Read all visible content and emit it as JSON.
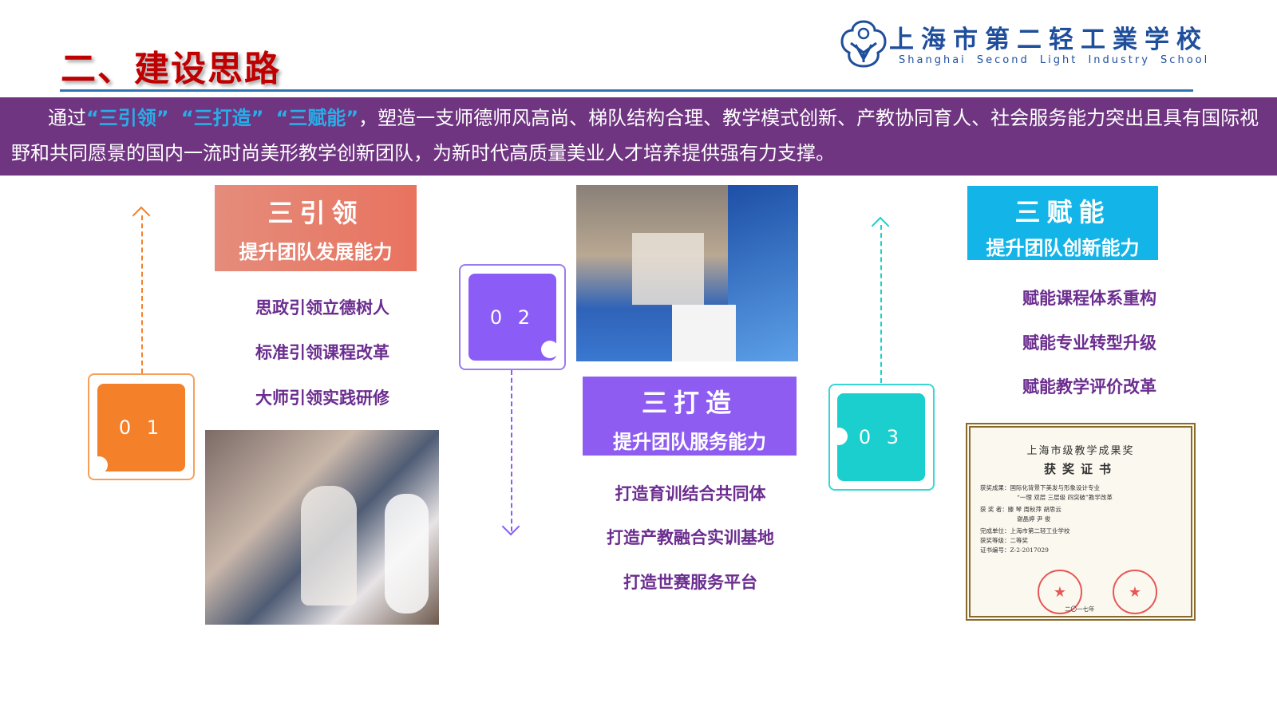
{
  "header": {
    "title": "二、建设思路",
    "logo_cn": "上海市第二轻工業学校",
    "logo_en": "Shanghai Second Light Industry School"
  },
  "banner": {
    "pre": "通过",
    "h1": "“三引领”",
    "h2": "“三打造”",
    "h3": "“三赋能”",
    "rest": "，塑造一支师德师风高尚、梯队结构合理、教学模式创新、产教协同育人、社会服务能力突出且具有国际视野和共同愿景的国内一流时尚美形教学创新团队，为新时代高质量美业人才培养提供强有力支撑。"
  },
  "sections": [
    {
      "num": "0 1",
      "title": "三引领",
      "subtitle": "提升团队发展能力",
      "items": [
        "思政引领立德树人",
        "标准引领课程改革",
        "大师引领实践研修"
      ],
      "color": "#f5802a"
    },
    {
      "num": "0 2",
      "title": "三打造",
      "subtitle": "提升团队服务能力",
      "items": [
        "打造育训结合共同体",
        "打造产教融合实训基地",
        "打造世赛服务平台"
      ],
      "color": "#8b5cf6"
    },
    {
      "num": "0 3",
      "title": "三赋能",
      "subtitle": "提升团队创新能力",
      "items": [
        "赋能课程体系重构",
        "赋能专业转型升级",
        "赋能教学评价改革"
      ],
      "color": "#1ccfcf"
    }
  ],
  "certificate": {
    "t1": "上海市级教学成果奖",
    "t2": "获奖证书",
    "lines": [
      "获奖成果：国际化背景下美发与形象设计专业",
      "“一理 双层 三层级 四突破”教学改革",
      "获 奖 者：滕 琴  周秋萍  胡思云",
      "谢晶婷  尹 俊",
      "完成单位：上海市第二轻工业学校",
      "获奖等级：二等奖",
      "证书编号：Z-2-2017029"
    ],
    "date": "二〇一七年"
  }
}
